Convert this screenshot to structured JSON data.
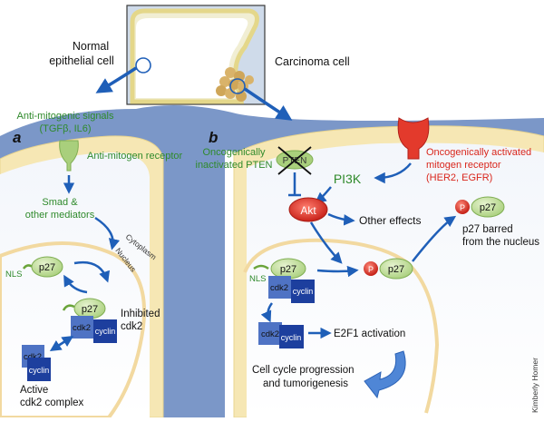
{
  "inset": {
    "normal_label_1": "Normal",
    "normal_label_2": "epithelial cell",
    "carcinoma_label": "Carcinoma cell"
  },
  "panel_a": {
    "letter": "a",
    "signals_1": "Anti-mitogenic signals",
    "signals_2": "(TGFβ, IL6)",
    "receptor": "Anti-mitogen receptor",
    "mediators_1": "Smad &",
    "mediators_2": "other mediators",
    "cytoplasm": "Cytoplasm",
    "nucleus": "Nucleus",
    "nls": "NLS",
    "p27": "p27",
    "p27_complex": "p27",
    "cdk2_inhibited": "cdk2",
    "cyclin_inhibited": "cyclin",
    "inhibited_1": "Inhibited",
    "inhibited_2": "cdk2",
    "cdk2_active": "cdk2",
    "cyclin_active": "cyclin",
    "active_1": "Active",
    "active_2": "cdk2 complex"
  },
  "panel_b": {
    "letter": "b",
    "pten_label_1": "Oncogenically",
    "pten_label_2": "inactivated PTEN",
    "pten": "PTEN",
    "receptor_1": "Oncogenically activated",
    "receptor_2": "mitogen receptor",
    "receptor_3": "(HER2, EGFR)",
    "pi3k": "PI3K",
    "akt": "Akt",
    "other_effects": "Other effects",
    "p_badge": "P",
    "p27_phos": "p27",
    "p27_barred": "p27",
    "barred_1": "p27 barred",
    "barred_2": "from the nucleus",
    "nls": "NLS",
    "p27_complex": "p27",
    "cdk2_complex": "cdk2",
    "cyclin_complex": "cyclin",
    "cdk2_e2f": "cdk2",
    "cyclin_e2f": "cyclin",
    "e2f1": "E2F1 activation",
    "progression_1": "Cell cycle progression",
    "progression_2": "and tumorigenesis"
  },
  "credit": "Kimberly Homer",
  "colors": {
    "membrane": "#f6e7b4",
    "membrane_edge": "#e8d48f",
    "nucleus_line": "#f2d9a0",
    "gap": "#7b97c8",
    "arrow": "#1f5fb8",
    "p27_fill": "#c9e3a2",
    "cdk2": "#4f73c4",
    "cyclin": "#1d3f9e",
    "akt": "#e33a2c",
    "red_text": "#d9261c",
    "green_text": "#2f8a2b",
    "inset_bg": "#cfdbea"
  }
}
